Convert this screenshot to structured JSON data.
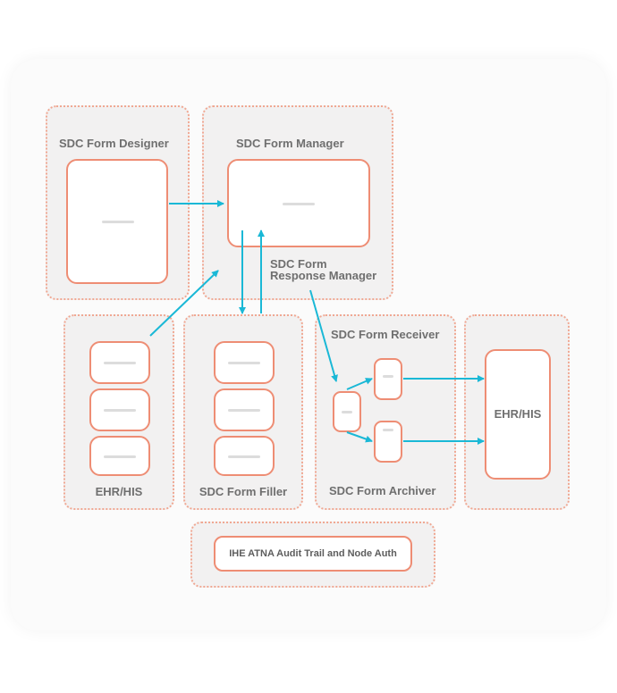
{
  "labels": {
    "form_designer": "SDC Form Designer",
    "form_manager": "SDC Form Manager",
    "response_manager_line1": "SDC Form",
    "response_manager_line2": "Response Manager",
    "ehr_his_left": "EHR/HIS",
    "form_filler": "SDC Form Filler",
    "form_receiver": "SDC Form Receiver",
    "form_archiver": "SDC Form Archiver",
    "ehr_his_right": "EHR/HIS",
    "audit_trail": "IHE ATNA Audit Trail and Node Auth"
  },
  "colors": {
    "zone_fill": "#f2f1f1",
    "zone_border": "#f0a893",
    "box_border": "#ee8d74",
    "arrow": "#1ab8d6",
    "label_text": "#6f6f6f"
  }
}
